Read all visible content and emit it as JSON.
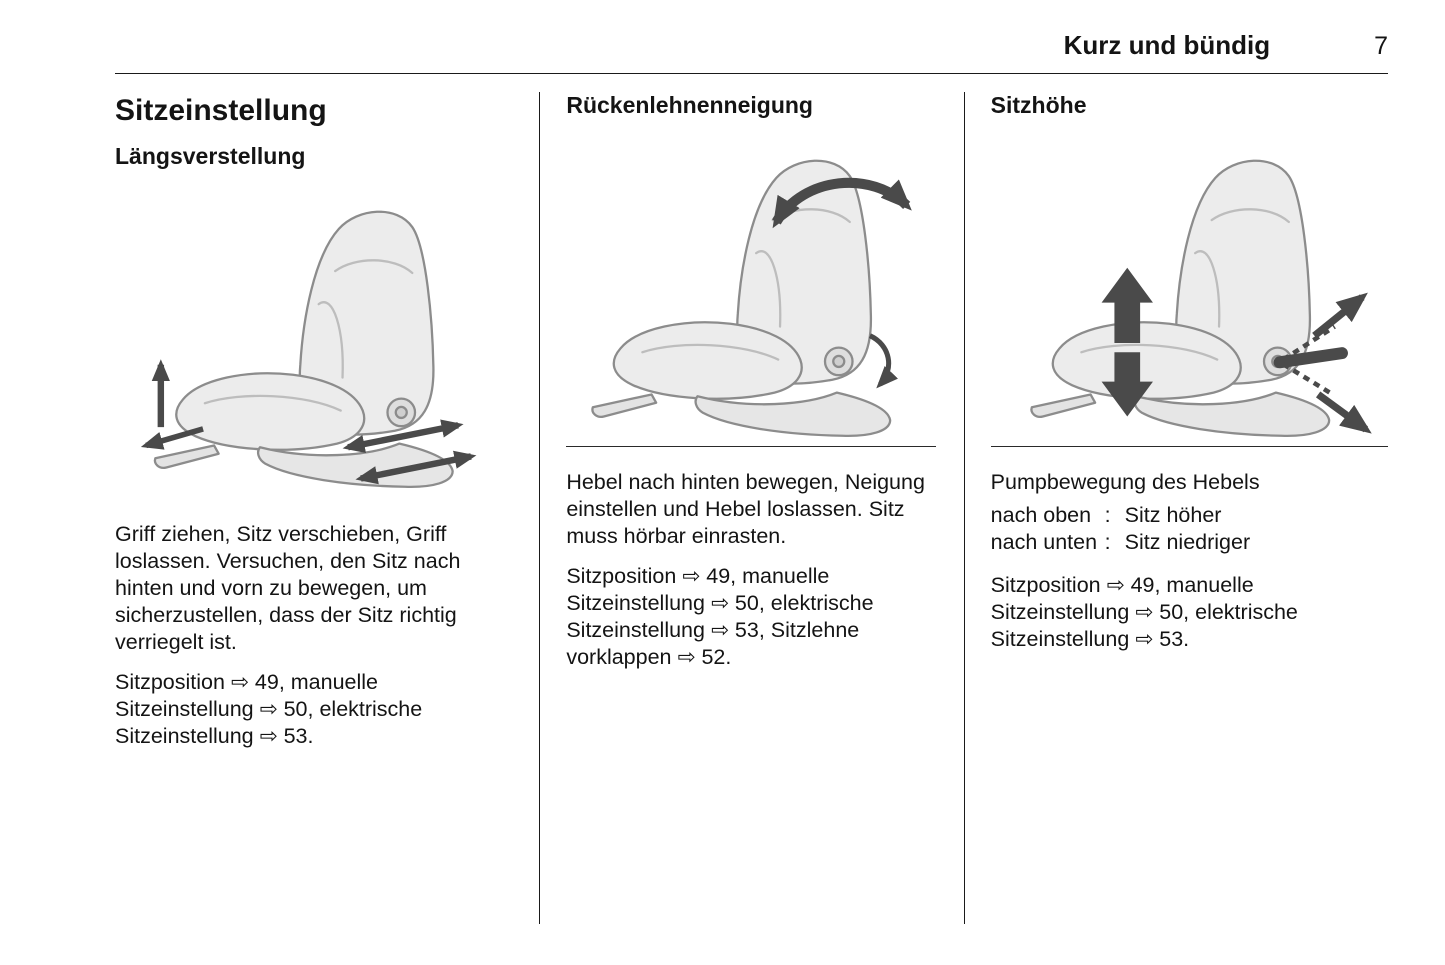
{
  "header": {
    "title": "Kurz und bündig",
    "page_number": "7"
  },
  "columns": [
    {
      "heading": "Sitzeinstellung",
      "subheading": "Längsverstellung",
      "figure": "seat-side-view-longitudinal-adjustment-arrows",
      "para_main": "Griff ziehen, Sitz verschieben, Griff loslassen. Versuchen, den Sitz nach hinten und vorn zu bewegen, um sicherzustellen, dass der Sitz richtig verriegelt ist.",
      "para_refs": "Sitzposition ⇨ 49, manuelle Sitzeinstellung ⇨ 50, elektrische Sitzeinstellung ⇨ 53."
    },
    {
      "heading": "Rückenlehnenneigung",
      "figure": "seat-side-view-backrest-tilt-arrows",
      "para_main": "Hebel nach hinten bewegen, Neigung einstellen und Hebel loslassen. Sitz muss hörbar einrasten.",
      "para_refs": "Sitzposition ⇨ 49, manuelle Sitzeinstellung ⇨ 50, elektrische Sitzeinstellung ⇨ 53, Sitzlehne vorklappen ⇨ 52."
    },
    {
      "heading": "Sitzhöhe",
      "figure": "seat-side-view-height-adjustment-arrows",
      "para_main": "Pumpbewegung des Hebels",
      "rows": [
        {
          "term": "nach oben",
          "colon": ":",
          "desc": "Sitz höher"
        },
        {
          "term": "nach unten",
          "colon": ":",
          "desc": "Sitz niedriger"
        }
      ],
      "para_refs": "Sitzposition ⇨ 49, manuelle Sitzeinstellung ⇨ 50, elektrische Sitzeinstellung ⇨ 53."
    }
  ]
}
